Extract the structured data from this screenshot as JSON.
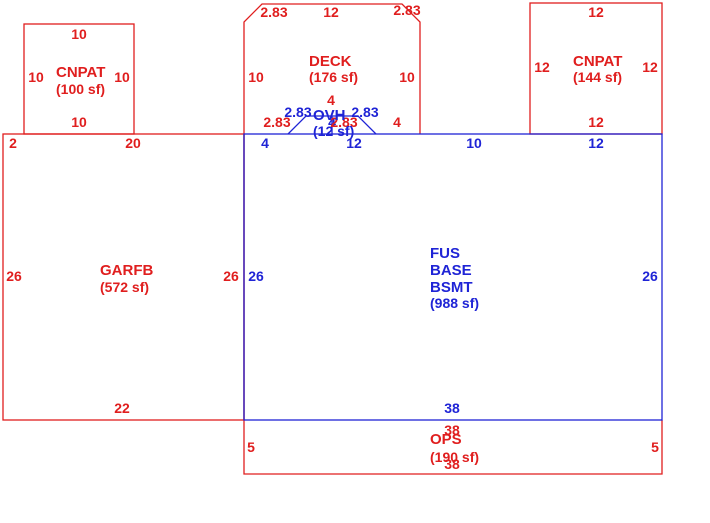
{
  "colors": {
    "red": "#e01e1e",
    "blue": "#1f24d6",
    "background": "#ffffff"
  },
  "areas": {
    "cnpat_left": {
      "name": "CNPAT",
      "area": "(100 sf)",
      "dims": [
        "10",
        "10",
        "10",
        "10"
      ]
    },
    "deck": {
      "name": "DECK",
      "area": "(176 sf)",
      "dims": [
        "2.83",
        "12",
        "2.83",
        "10",
        "10",
        "2.83",
        "4",
        "4"
      ]
    },
    "cnpat_right": {
      "name": "CNPAT",
      "area": "(144 sf)",
      "dims": [
        "12",
        "12",
        "12",
        "12"
      ]
    },
    "garfb": {
      "name": "GARFB",
      "area": "(572 sf)",
      "dims": [
        "2",
        "20",
        "26",
        "26",
        "22"
      ]
    },
    "ovh": {
      "name": "OVH",
      "area": "(12 sf)",
      "dims": [
        "2.83",
        "2.83",
        "4",
        "2.83",
        "12"
      ]
    },
    "fus": {
      "name_lines": [
        "FUS",
        "BASE",
        "BSMT"
      ],
      "area": "(988 sf)",
      "dims": [
        "4",
        "10",
        "12",
        "26",
        "26",
        "38"
      ]
    },
    "ops": {
      "name": "OPS",
      "area": "(190 sf)",
      "dims": [
        "38",
        "5",
        "5",
        "38"
      ]
    }
  }
}
